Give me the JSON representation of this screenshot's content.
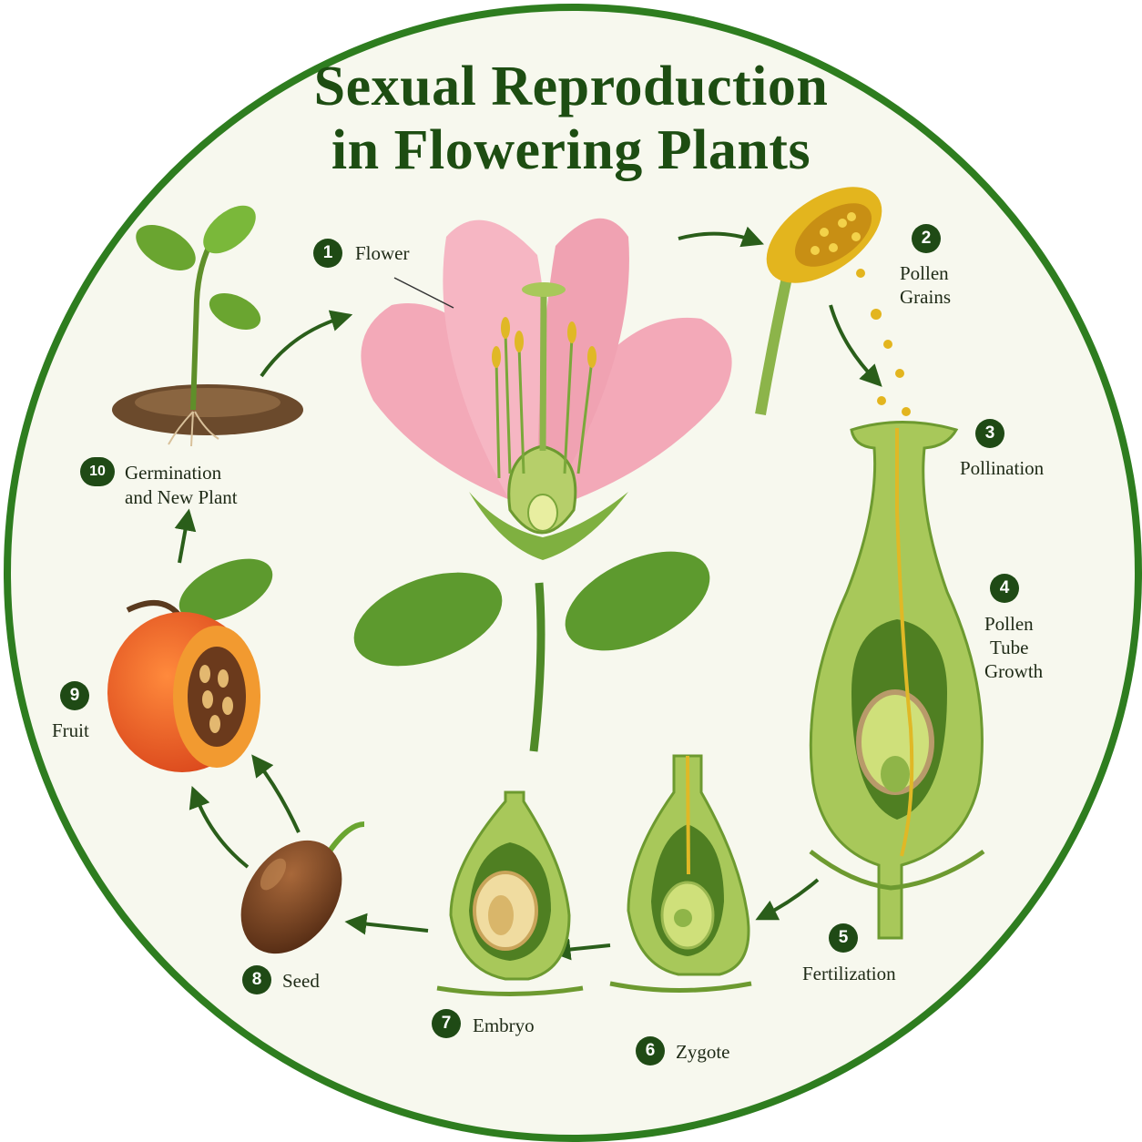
{
  "title": {
    "line1": "Sexual Reproduction",
    "line2": "in Flowering Plants"
  },
  "stages": [
    {
      "number": "1",
      "label": "Flower"
    },
    {
      "number": "2",
      "label_lines": [
        "Pollen",
        "Grains"
      ]
    },
    {
      "number": "3",
      "label": "Pollination"
    },
    {
      "number": "4",
      "label_lines": [
        "Pollen",
        "Tube",
        "Growth"
      ]
    },
    {
      "number": "5",
      "label": "Fertilization"
    },
    {
      "number": "6",
      "label": "Zygote"
    },
    {
      "number": "7",
      "label": "Embryo"
    },
    {
      "number": "8",
      "label": "Seed"
    },
    {
      "number": "9",
      "label": "Fruit"
    },
    {
      "number": "10",
      "label_lines": [
        "Germination",
        "and New Plant"
      ]
    }
  ],
  "colors": {
    "border": "#2e7d1f",
    "title": "#1d4d12",
    "badge": "#1f4a15",
    "arrow": "#2a5e1a",
    "petal": "#f2a7b6",
    "tissue": "#a8c85a",
    "pollen": "#e0b826",
    "fruit": "#e8541f",
    "seed": "#6b3a1c"
  }
}
